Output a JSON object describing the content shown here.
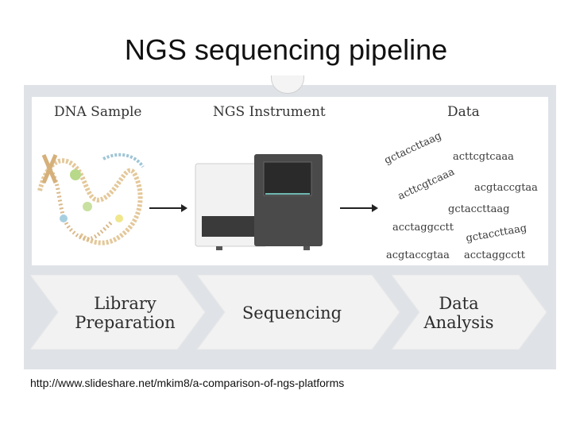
{
  "title": "NGS sequencing pipeline",
  "headers": {
    "sample": "DNA Sample",
    "instrument": "NGS Instrument",
    "data": "Data"
  },
  "sequences": [
    "gctaccttaag",
    "acttcgtcaaa",
    "acttcgtcaaa",
    "acgtaccgtaa",
    "gctaccttaag",
    "acctaggcctt",
    "gctaccttaag",
    "acgtaccgtaa",
    "acctaggcctt"
  ],
  "steps": {
    "library": [
      "Library",
      "Preparation"
    ],
    "sequencing": "Sequencing",
    "analysis": [
      "Data",
      "Analysis"
    ]
  },
  "source_url": "http://www.slideshare.net/mkim8/a-comparison-of-ngs-platforms"
}
